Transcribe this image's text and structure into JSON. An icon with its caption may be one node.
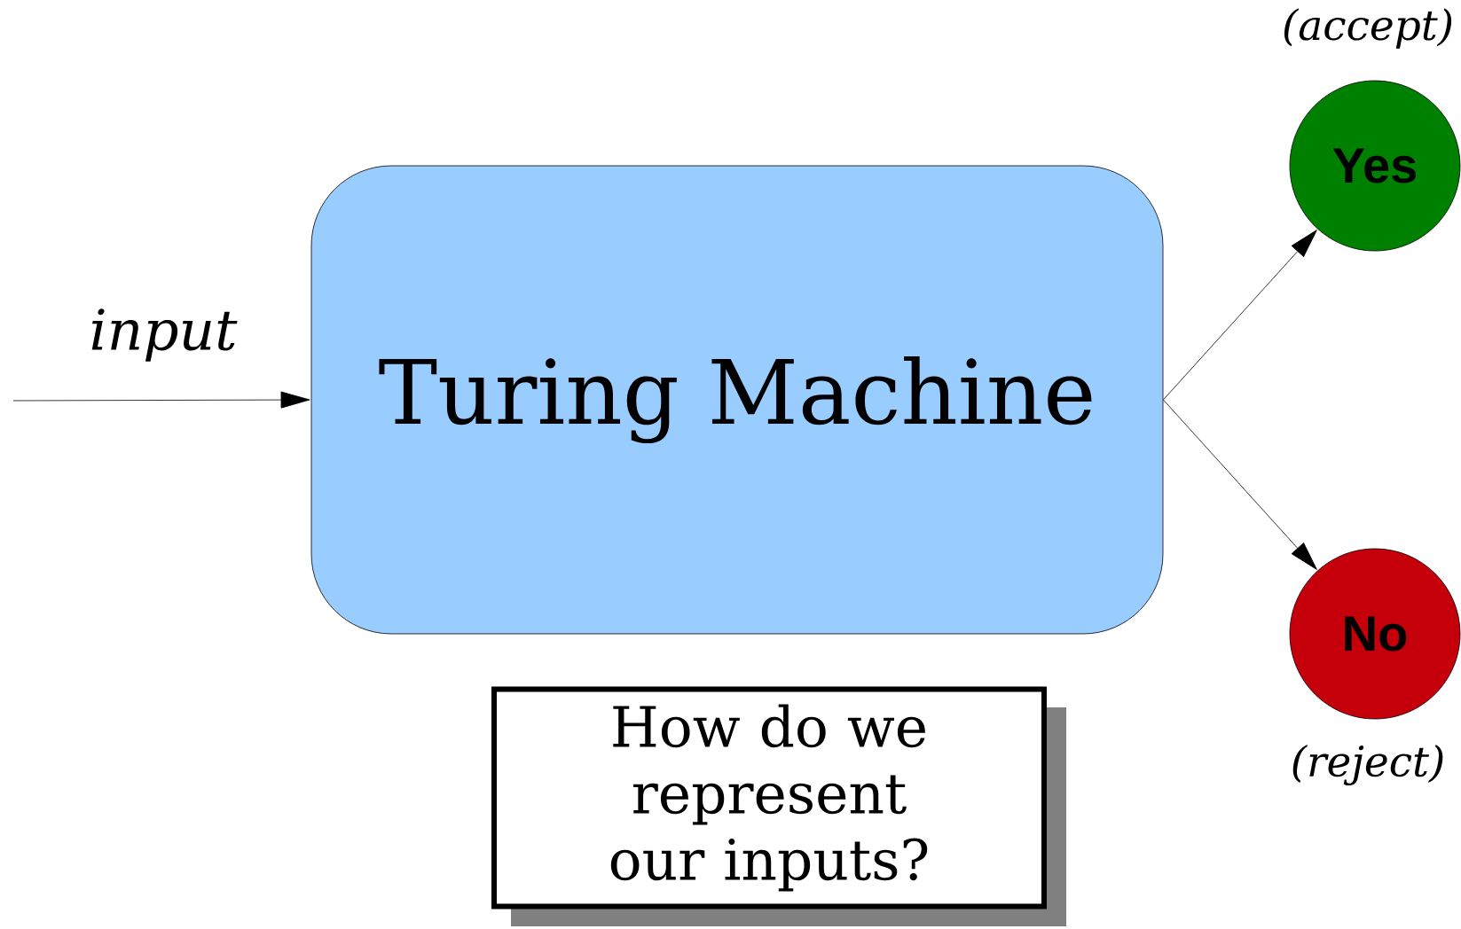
{
  "diagram": {
    "nodes": [
      {
        "text": [
          "Turing Machine"
        ]
      },
      {
        "text": [
          "Yes"
        ],
        "beside": [
          "(accept)"
        ]
      },
      {
        "text": [
          "No"
        ],
        "beside": [
          "(reject)"
        ]
      },
      {
        "text": [
          "How do we represent our inputs?"
        ]
      }
    ],
    "edges": [
      {
        "from": null,
        "to": 0,
        "arrow": "to",
        "label": "input"
      },
      {
        "from": 0,
        "to": 1,
        "arrow": "to"
      },
      {
        "from": 0,
        "to": 2,
        "arrow": "to"
      }
    ]
  }
}
